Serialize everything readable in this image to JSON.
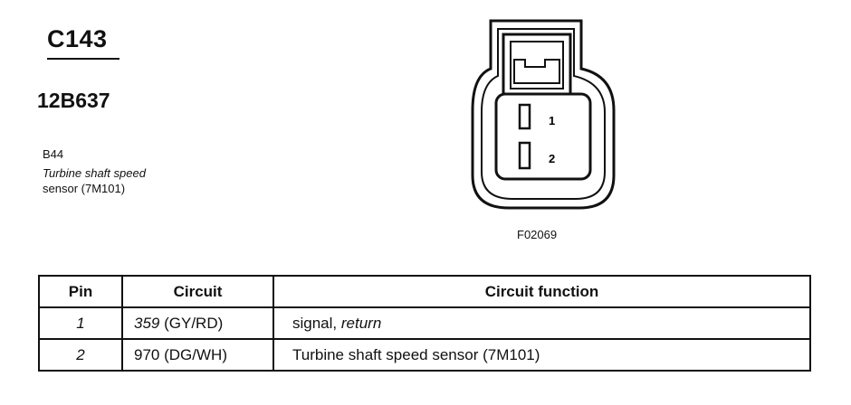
{
  "header": {
    "connector_id": "C143",
    "part_number": "12B637",
    "location_code": "B44",
    "description_line1": "Turbine shaft speed",
    "description_line2": "sensor (7M101)"
  },
  "diagram": {
    "figure_code": "F02069",
    "pin_labels": [
      "1",
      "2"
    ]
  },
  "table": {
    "headers": [
      "Pin",
      "Circuit",
      "Circuit function"
    ],
    "rows": [
      {
        "pin": "1",
        "circuit_num": "359",
        "circuit_color": "(GY/RD)",
        "func_a": "signal",
        "func_sep": ", ",
        "func_b": "return"
      },
      {
        "pin": "2",
        "circuit_num": "970",
        "circuit_color": "(DG/WH)",
        "func_a": "Turbine shaft speed sensor (7M101)",
        "func_sep": "",
        "func_b": ""
      }
    ]
  }
}
